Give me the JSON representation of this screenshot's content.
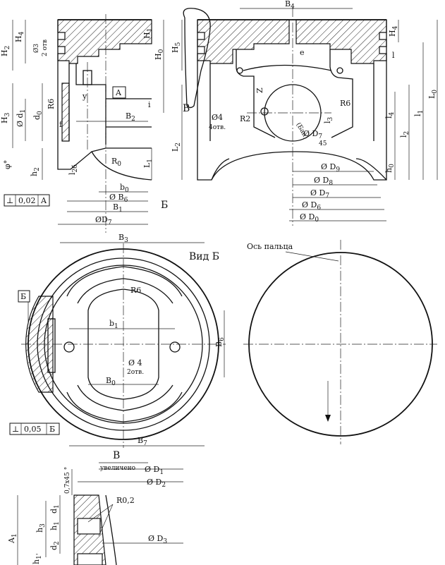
{
  "labels": {
    "top_left": {
      "H2": "H",
      "H2_sub": "2",
      "H4": "H",
      "H4_sub": "4",
      "H3": "H",
      "H3_sub": "3",
      "d3": "Ø3",
      "holes2": "2 отв",
      "H1": "H",
      "H1_sub": "1",
      "H0": "H",
      "H0_sub": "0",
      "R6": "R6",
      "d1": "Ø d",
      "d1_sub": "1",
      "d0": "d",
      "d0_sub": "0",
      "y": "y",
      "A_box": "A",
      "i": "i",
      "f": "f",
      "B2": "B",
      "B2_sub": "2",
      "phi": "φ°",
      "h2": "h",
      "h2_sub": "2",
      "l2b": "l",
      "l2b_sub": "2б",
      "R0": "R",
      "R0_sub": "0",
      "L1": "L",
      "L1_sub": "1",
      "b0": "b",
      "b0_sub": "0",
      "B6": "Ø B",
      "B6_sub": "6",
      "B1": "B",
      "B1_sub": "1",
      "D7": "ØD",
      "D7_sub": "7",
      "tol_value": "0,02",
      "tol_ref": "A",
      "tol_sym": "⊥",
      "view_B": "Б"
    },
    "top_right": {
      "B4": "B",
      "B4_sub": "4",
      "H5": "H",
      "H5_sub": "5",
      "H4": "H",
      "H4_sub": "4",
      "e": "e",
      "l": "l",
      "L0": "L",
      "L0_sub": "0",
      "Z": "Z",
      "B_callout": "В",
      "R2": "R2",
      "ban": "(Бан)",
      "l3": "l",
      "l3_sub": "3",
      "R6": "R6",
      "l4": "l",
      "l4_sub": "4",
      "l1": "l",
      "l1_sub": "1",
      "l2": "l",
      "l2_sub": "2",
      "d4": "Ø4",
      "holes4": "4отв.",
      "D7": "Ø D",
      "D7_sub": "7",
      "angle45": "45",
      "L2": "L",
      "L2_sub": "2",
      "D9": "Ø D",
      "D9_sub": "9",
      "D8": "Ø D",
      "D8_sub": "8",
      "h0": "h",
      "h0_sub": "0",
      "D7b": "Ø D",
      "D7b_sub": "7",
      "D6": "Ø D",
      "D6_sub": "6",
      "D0": "Ø D",
      "D0_sub": "0"
    },
    "middle_left": {
      "B3": "B",
      "B3_sub": "3",
      "view_title": "Вид Б",
      "R6": "R6",
      "B_box": "Б",
      "b1": "b",
      "b1_sub": "1",
      "B6": "B",
      "B6_sub": "6",
      "d4": "Ø 4",
      "holes2": "2отв.",
      "B0": "B",
      "B0_sub": "0",
      "tol_value": "0,05",
      "tol_ref": "Б",
      "tol_sym": "⊥",
      "B7": "B",
      "B7_sub": "7"
    },
    "middle_right": {
      "pin_axis": "Ось пальца"
    },
    "bottom": {
      "title": "В",
      "subtitle": "увеличено",
      "D1": "Ø D",
      "D1_sub": "1",
      "D2": "Ø D",
      "D2_sub": "2",
      "chamfer": "0,7x45 °",
      "A1": "A",
      "A1_sub": "1",
      "d1": "d",
      "d1_sub": "1",
      "h3": "h",
      "h3_sub": "3",
      "R02": "R0,2",
      "h1": "h",
      "h1_sub": "1",
      "d2": "d",
      "d2_sub": "2",
      "D3": "Ø D",
      "D3_sub": "3",
      "h1p": "h",
      "h1p_sub": "1'"
    }
  }
}
